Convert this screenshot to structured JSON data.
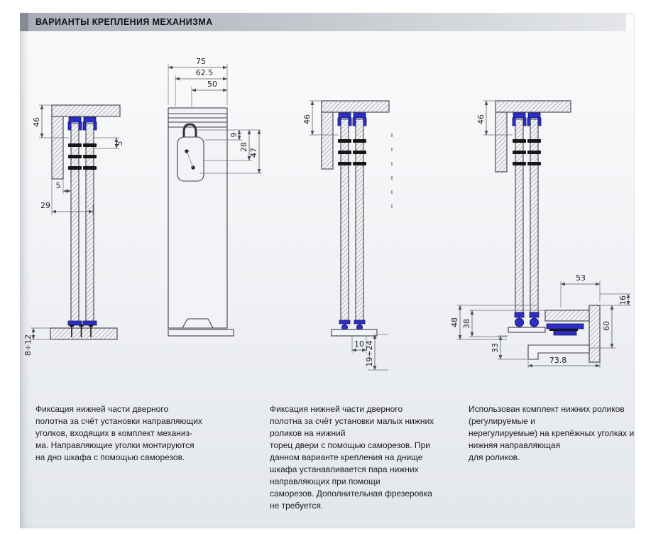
{
  "header": {
    "title": "ВАРИАНТЫ КРЕПЛЕНИЯ МЕХАНИЗМА"
  },
  "dims": {
    "d1": {
      "height": "46",
      "roller_gap": "5",
      "wall_gap": "5",
      "width": "29",
      "bottom_range": "8÷12"
    },
    "d2": {
      "w75": "75",
      "w62": "62.5",
      "w50": "50",
      "h9": "9",
      "h28": "28",
      "h47": "47"
    },
    "d3": {
      "height": "46",
      "w10": "10",
      "range": "19÷24"
    },
    "d4": {
      "height": "46",
      "w53": "53",
      "h48": "48",
      "h38": "38",
      "h33": "33",
      "w73": "73.8",
      "h60": "60",
      "h16": "16"
    }
  },
  "captions": {
    "variant1": "Фиксация нижней части дверного\nполотна за счёт установки направляющих\nуголков, входящих в комплект механиз-\nма. Направляющие уголки монтируются\nна дно шкафа с помощью саморезов.",
    "variant2": "Фиксация нижней части дверного\nполотна за счёт установки малых нижних\nроликов на нижний\nторец двери с помощью саморезов. При\nданном варианте крепления на днище\nшкафа устанавливается пара нижних\nнаправляющих при помощи\nсаморезов. Дополнительная фрезеровка\nне требуется.",
    "variant3": "Использован комплект нижних роликов\n(регулируемые и\nнерегулируемые) на крепёжных уголках и\nнижняя направляющая\nдля роликов."
  },
  "colors": {
    "accent_blue": "#2e2ec6",
    "hatch_line": "#7c7f87",
    "header_gray": "#a8adb5"
  }
}
